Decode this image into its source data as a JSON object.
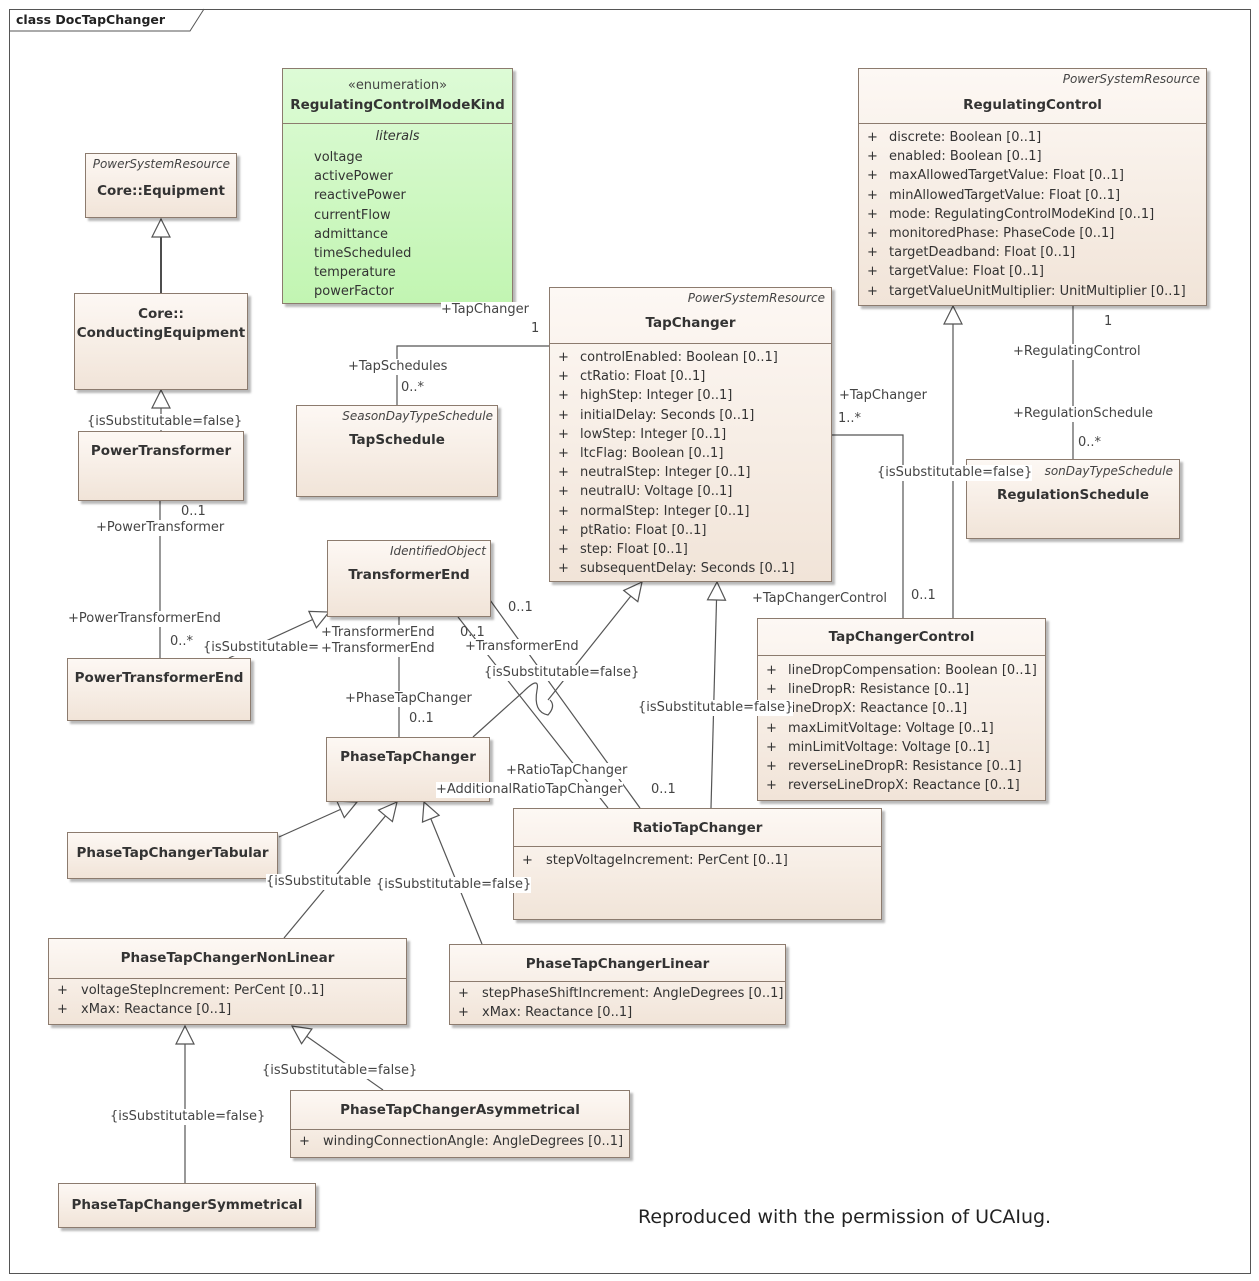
{
  "diagram": {
    "frame_title": "class DocTapChanger",
    "credit": "Reproduced with the permission of UCAIug."
  },
  "classes": {
    "equipment": {
      "parent": "PowerSystemResource",
      "name": "Core::Equipment"
    },
    "conducting_equipment": {
      "name_line1": "Core::",
      "name_line2": "ConductingEquipment"
    },
    "power_transformer": {
      "name": "PowerTransformer"
    },
    "power_transformer_end": {
      "name": "PowerTransformerEnd"
    },
    "regulating_control_mode_kind": {
      "stereotype": "«enumeration»",
      "name": "RegulatingControlModeKind",
      "literals_heading": "literals",
      "literals": [
        "voltage",
        "activePower",
        "reactivePower",
        "currentFlow",
        "admittance",
        "timeScheduled",
        "temperature",
        "powerFactor"
      ]
    },
    "tap_schedule": {
      "parent": "SeasonDayTypeSchedule",
      "name": "TapSchedule"
    },
    "transformer_end": {
      "parent": "IdentifiedObject",
      "name": "TransformerEnd"
    },
    "tap_changer": {
      "parent": "PowerSystemResource",
      "name": "TapChanger",
      "attributes": [
        {
          "vis": "+",
          "text": "controlEnabled: Boolean [0..1]"
        },
        {
          "vis": "+",
          "text": "ctRatio: Float [0..1]"
        },
        {
          "vis": "+",
          "text": "highStep: Integer [0..1]"
        },
        {
          "vis": "+",
          "text": "initialDelay: Seconds [0..1]"
        },
        {
          "vis": "+",
          "text": "lowStep: Integer [0..1]"
        },
        {
          "vis": "+",
          "text": "ltcFlag: Boolean [0..1]"
        },
        {
          "vis": "+",
          "text": "neutralStep: Integer [0..1]"
        },
        {
          "vis": "+",
          "text": "neutralU: Voltage [0..1]"
        },
        {
          "vis": "+",
          "text": "normalStep: Integer [0..1]"
        },
        {
          "vis": "+",
          "text": "ptRatio: Float [0..1]"
        },
        {
          "vis": "+",
          "text": "step: Float [0..1]"
        },
        {
          "vis": "+",
          "text": "subsequentDelay: Seconds [0..1]"
        }
      ]
    },
    "regulating_control": {
      "parent": "PowerSystemResource",
      "name": "RegulatingControl",
      "attributes": [
        {
          "vis": "+",
          "text": "discrete: Boolean [0..1]"
        },
        {
          "vis": "+",
          "text": "enabled: Boolean [0..1]"
        },
        {
          "vis": "+",
          "text": "maxAllowedTargetValue: Float [0..1]"
        },
        {
          "vis": "+",
          "text": "minAllowedTargetValue: Float [0..1]"
        },
        {
          "vis": "+",
          "text": "mode: RegulatingControlModeKind [0..1]"
        },
        {
          "vis": "+",
          "text": "monitoredPhase: PhaseCode [0..1]"
        },
        {
          "vis": "+",
          "text": "targetDeadband: Float [0..1]"
        },
        {
          "vis": "+",
          "text": "targetValue: Float [0..1]"
        },
        {
          "vis": "+",
          "text": "targetValueUnitMultiplier: UnitMultiplier [0..1]"
        }
      ]
    },
    "regulation_schedule": {
      "parent": "sonDayTypeSchedule",
      "name": "RegulationSchedule"
    },
    "tap_changer_control": {
      "name": "TapChangerControl",
      "attributes": [
        {
          "vis": "+",
          "text": "lineDropCompensation: Boolean [0..1]"
        },
        {
          "vis": "+",
          "text": "lineDropR: Resistance [0..1]"
        },
        {
          "vis": "+",
          "text": "lineDropX: Reactance [0..1]"
        },
        {
          "vis": "+",
          "text": "maxLimitVoltage: Voltage [0..1]"
        },
        {
          "vis": "+",
          "text": "minLimitVoltage: Voltage [0..1]"
        },
        {
          "vis": "+",
          "text": "reverseLineDropR: Resistance [0..1]"
        },
        {
          "vis": "+",
          "text": "reverseLineDropX: Reactance [0..1]"
        }
      ]
    },
    "phase_tap_changer": {
      "name": "PhaseTapChanger"
    },
    "phase_tap_changer_tabular": {
      "name": "PhaseTapChangerTabular"
    },
    "ratio_tap_changer": {
      "name": "RatioTapChanger",
      "attributes": [
        {
          "vis": "+",
          "text": "stepVoltageIncrement: PerCent [0..1]"
        }
      ]
    },
    "phase_tap_changer_non_linear": {
      "name": "PhaseTapChangerNonLinear",
      "attributes": [
        {
          "vis": "+",
          "text": "voltageStepIncrement: PerCent [0..1]"
        },
        {
          "vis": "+",
          "text": "xMax: Reactance [0..1]"
        }
      ]
    },
    "phase_tap_changer_linear": {
      "name": "PhaseTapChangerLinear",
      "attributes": [
        {
          "vis": "+",
          "text": "stepPhaseShiftIncrement: AngleDegrees [0..1]"
        },
        {
          "vis": "+",
          "text": "xMax: Reactance [0..1]"
        }
      ]
    },
    "phase_tap_changer_asymmetrical": {
      "name": "PhaseTapChangerAsymmetrical",
      "attributes": [
        {
          "vis": "+",
          "text": "windingConnectionAngle: AngleDegrees [0..1]"
        }
      ]
    },
    "phase_tap_changer_symmetrical": {
      "name": "PhaseTapChangerSymmetrical"
    }
  },
  "labels": {
    "is_substitutable_false": "{isSubstitutable=false}",
    "is_substitutable_eq": "{isSubstitutable=",
    "is_substitutable_trunc": "{isSubstitutable",
    "mult_1": "1",
    "mult_0_1": "0..1",
    "mult_0_many": "0..*",
    "mult_1_many": "1..*",
    "role_power_transformer": "+PowerTransformer",
    "role_power_transformer_end": "+PowerTransformerEnd",
    "role_tap_changer": "+TapChanger",
    "role_tap_schedules": "+TapSchedules",
    "role_transformer_end": "+TransformerEnd",
    "role_phase_tap_changer": "+PhaseTapChanger",
    "role_ratio_tap_changer": "+RatioTapChanger",
    "role_additional_ratio_tap_changer": "+AdditionalRatioTapChanger",
    "role_regulating_control": "+RegulatingControl",
    "role_regulation_schedule": "+RegulationSchedule",
    "role_tap_changer_control": "+TapChangerControl"
  }
}
